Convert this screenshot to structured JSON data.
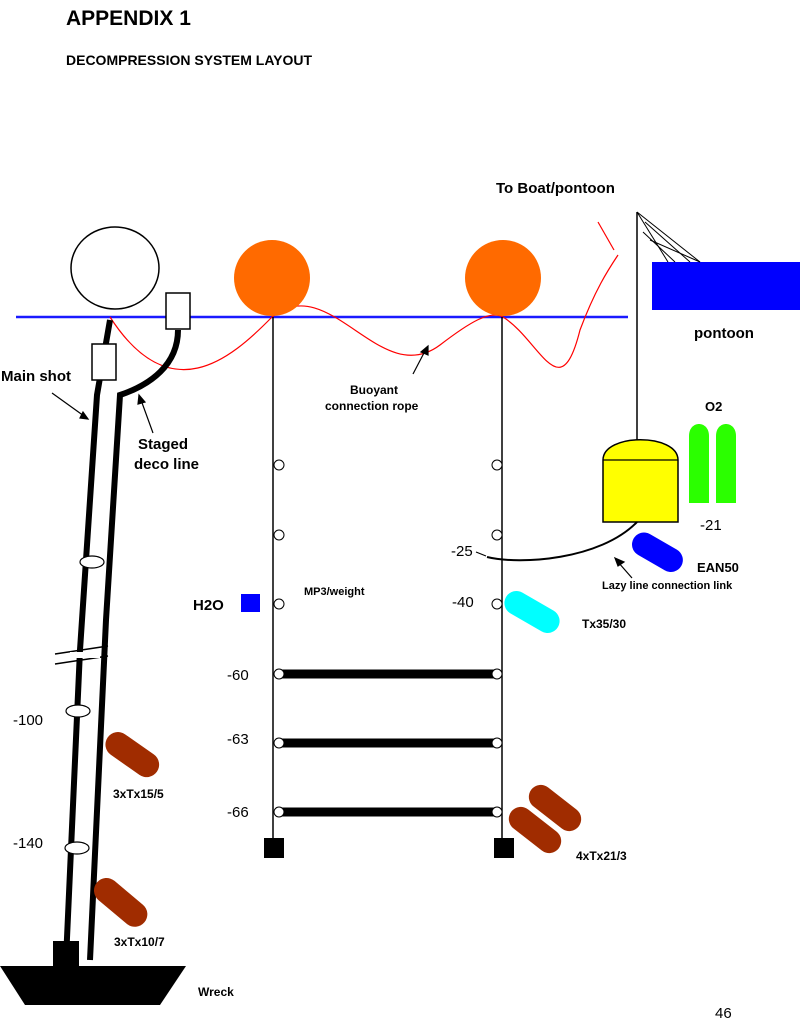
{
  "heading": {
    "title": "APPENDIX 1",
    "subtitle": "DECOMPRESSION SYSTEM LAYOUT"
  },
  "labels": {
    "to_boat": "To Boat/pontoon",
    "pontoon": "pontoon",
    "main_shot": "Main shot",
    "staged_line_1": "Staged",
    "staged_line_2": "deco line",
    "buoyant_1": "Buoyant",
    "buoyant_2": "connection rope",
    "o2": "O2",
    "ean50": "EAN50",
    "lazy_line": "Lazy line connection link",
    "h2o": "H2O",
    "mp3": "MP3/weight",
    "tx35": "Tx35/30",
    "tx15": "3xTx15/5",
    "tx10": "3xTx10/7",
    "tx21": "4xTx21/3",
    "wreck": "Wreck"
  },
  "depths": {
    "d21": "-21",
    "d25": "-25",
    "d40": "-40",
    "d60": "-60",
    "d63": "-63",
    "d66": "-66",
    "d100": "-100",
    "d140": "-140"
  },
  "page_number": "46",
  "colors": {
    "water_line": "#1a1aff",
    "rope": "#ff0000",
    "buoy": "#ff6a00",
    "pontoon": "#0000ff",
    "deco_station": "#ffff00",
    "o2_cylinder": "#2bff00",
    "ean50_cylinder": "#0000ff",
    "tx35_cylinder": "#00ffff",
    "trimix_cylinder": "#a02c00",
    "h2o_marker": "#0000ff"
  }
}
